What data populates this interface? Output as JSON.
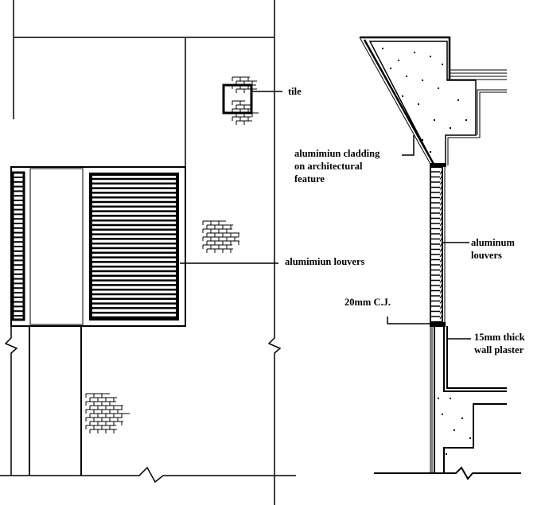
{
  "title": "Aluminium louvers and cladding detail",
  "elevation": {
    "labels": {
      "tile": "tile",
      "louvers": "alumimiun louvers"
    }
  },
  "section": {
    "labels": {
      "cladding_line1": "alumimiun cladding",
      "cladding_line2": "on architectural",
      "cladding_line3": "feature",
      "louvers_line1": "aluminum",
      "louvers_line2": "louvers",
      "joint": "20mm C.J.",
      "plaster_line1": "15mm thick",
      "plaster_line2": "wall plaster"
    }
  },
  "colors": {
    "ink": "#000000",
    "paper": "#ffffff"
  }
}
